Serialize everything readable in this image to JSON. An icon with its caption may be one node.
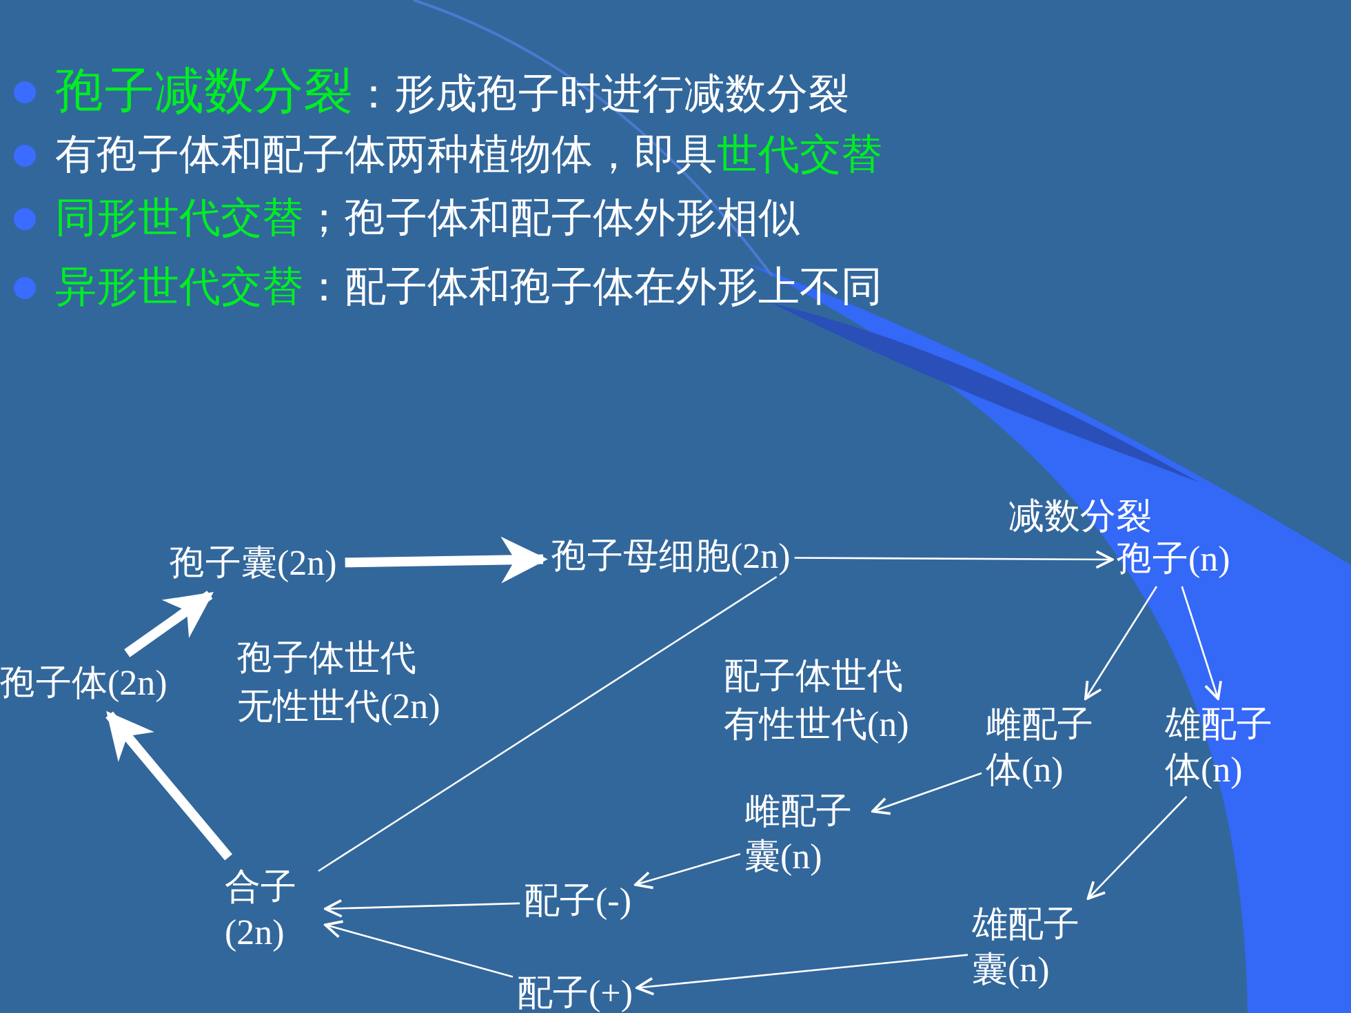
{
  "diagram": {
    "nodes": [
      {
        "text": [
          "孢子体(2n)"
        ]
      },
      {
        "text": [
          "孢子囊(2n)"
        ]
      },
      {
        "text": [
          "孢子母细胞(2n)"
        ]
      },
      {
        "text": [
          "孢子(n)"
        ]
      },
      {
        "text": [
          "雌配子体(n)"
        ]
      },
      {
        "text": [
          "雄配子体(n)"
        ]
      },
      {
        "text": [
          "雌配子囊(n)"
        ]
      },
      {
        "text": [
          "雄配子囊(n)"
        ]
      },
      {
        "text": [
          "配子(-)"
        ]
      },
      {
        "text": [
          "配子(+)"
        ]
      },
      {
        "text": [
          "合子(2n)"
        ]
      }
    ],
    "edges": [
      {
        "from": 0,
        "to": 1,
        "arrow": "to",
        "style": "thick"
      },
      {
        "from": 1,
        "to": 2,
        "arrow": "to",
        "style": "thick"
      },
      {
        "from": 2,
        "to": 3,
        "arrow": "to",
        "label": "减数分裂"
      },
      {
        "from": 3,
        "to": 4,
        "arrow": "to"
      },
      {
        "from": 3,
        "to": 5,
        "arrow": "to"
      },
      {
        "from": 4,
        "to": 6,
        "arrow": "to"
      },
      {
        "from": 5,
        "to": 7,
        "arrow": "to"
      },
      {
        "from": 6,
        "to": 8,
        "arrow": "to"
      },
      {
        "from": 7,
        "to": 9,
        "arrow": "to"
      },
      {
        "from": 8,
        "to": 10,
        "arrow": "to"
      },
      {
        "from": 9,
        "to": 10,
        "arrow": "to"
      },
      {
        "from": 10,
        "to": 0,
        "arrow": "to",
        "style": "thick"
      },
      {
        "from": 10,
        "to": 2,
        "arrow": "none"
      }
    ],
    "labels": [
      "**孢子减数分裂**：形成孢子时进行减数分裂",
      "有孢子体和配子体两种植物体，即具**世代交替**",
      "**同形世代交替**；孢子体和配子体外形相似",
      "**异形世代交替**：配子体和孢子体在外形上不同",
      "孢子体世代",
      "无性世代(2n)",
      "配子体世代",
      "有性世代(n)"
    ]
  }
}
